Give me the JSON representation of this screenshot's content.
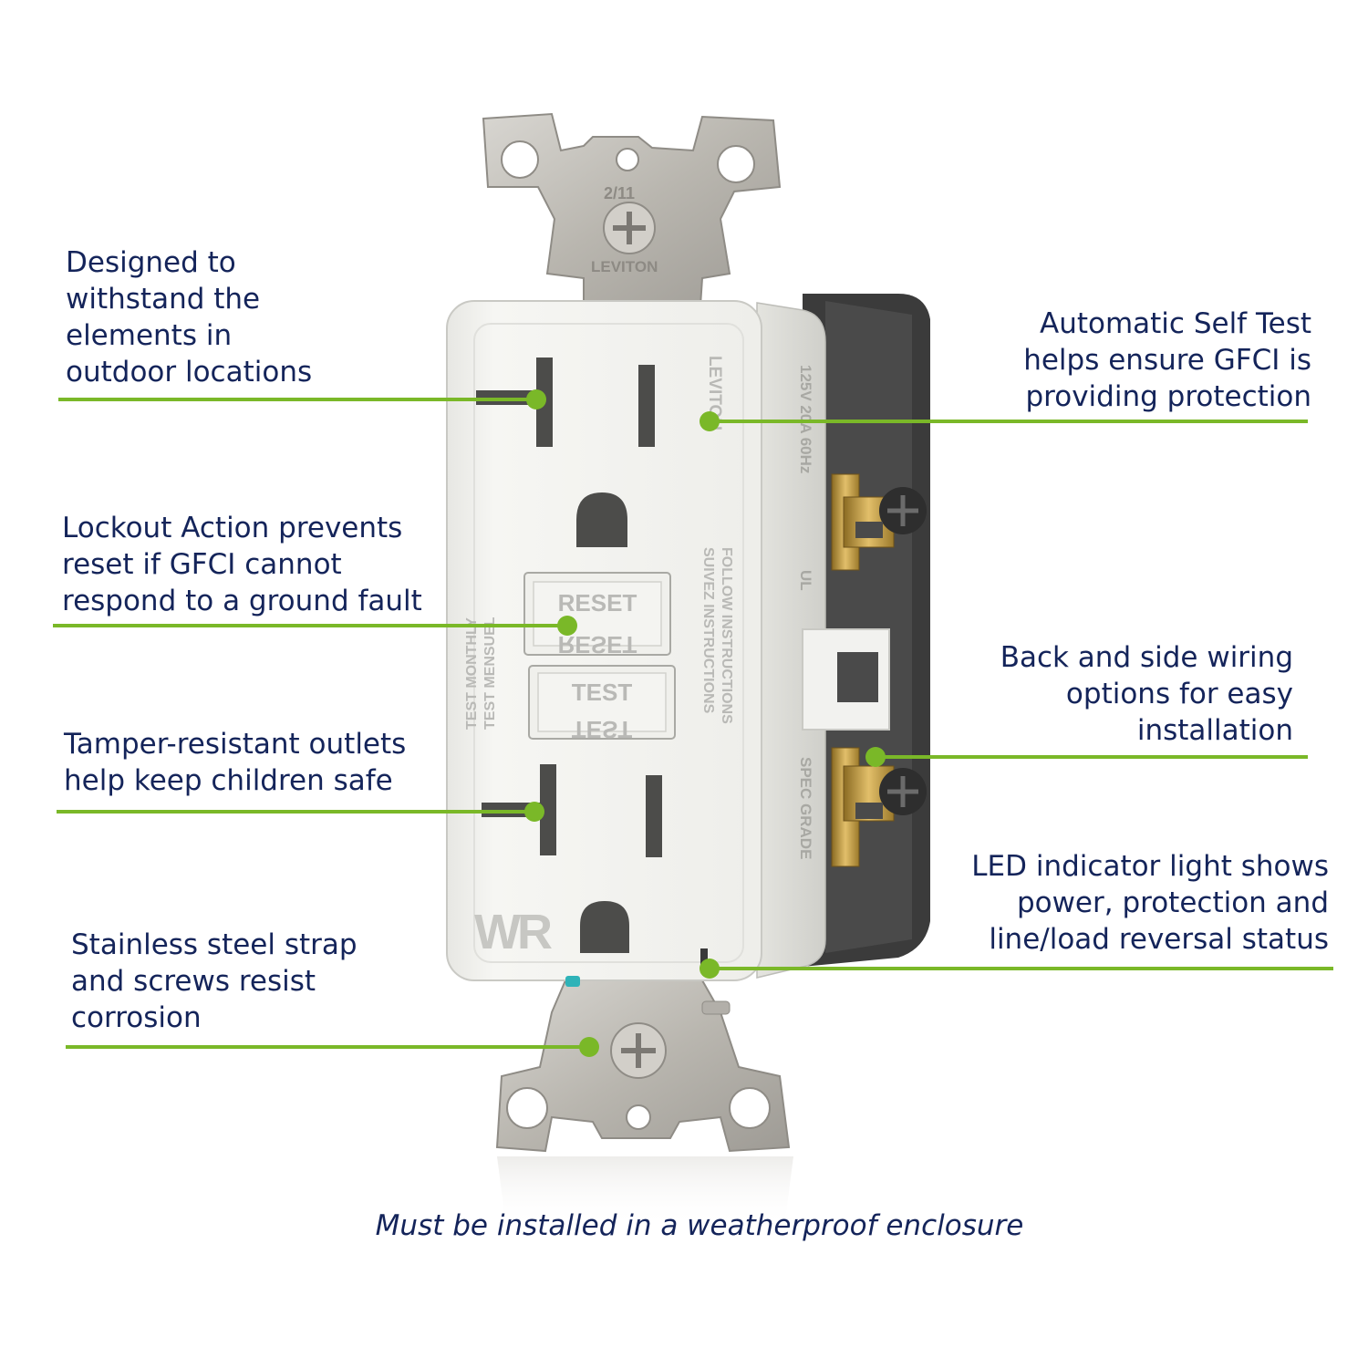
{
  "device": {
    "strap_top_date": "2/11",
    "strap_top_brand": "LEVITON",
    "face_brand": "LEVITON",
    "rating_text": "125V 20A 60Hz",
    "ul_mark": "UL",
    "wr_logo": "WR",
    "reset_label": "RESET",
    "reset_label_mirrored": "RESET",
    "test_label": "TEST",
    "test_label_mirrored": "TEST",
    "test_monthly": "TEST MONTHLY",
    "test_mensuel": "TEST MENSUEL",
    "follow_instructions": "FOLLOW INSTRUCTIONS",
    "suivez_instructions": "SUIVEZ INSTRUCTIONS",
    "spec_grade": "SPEC GRADE",
    "led_color": "#2fb3b8"
  },
  "callouts": [
    {
      "id": "weather",
      "lines": [
        "Designed to",
        "withstand the",
        "elements in",
        "outdoor locations"
      ]
    },
    {
      "id": "self-test",
      "lines": [
        "Automatic Self Test",
        "helps ensure GFCI is",
        "providing protection"
      ]
    },
    {
      "id": "lockout",
      "lines": [
        "Lockout Action prevents",
        "reset if GFCI cannot",
        "respond to a ground fault"
      ]
    },
    {
      "id": "wiring",
      "lines": [
        "Back and side wiring",
        "options for easy",
        "installation"
      ]
    },
    {
      "id": "tamper",
      "lines": [
        "Tamper-resistant outlets",
        "help keep children safe"
      ]
    },
    {
      "id": "led",
      "lines": [
        "LED indicator light shows",
        "power, protection and",
        "line/load reversal status"
      ]
    },
    {
      "id": "strap",
      "lines": [
        "Stainless steel strap",
        "and screws resist",
        "corrosion"
      ]
    }
  ],
  "footnote": "Must be installed in a weatherproof enclosure",
  "colors": {
    "text": "#14245a",
    "accent_green": "#7ab828",
    "housing": "#f2f2ef",
    "housing_shadow": "#dcdcd8",
    "steel": "#c4c1bb",
    "brass": "#c9a14a",
    "body_dark": "#3a3a3a"
  }
}
